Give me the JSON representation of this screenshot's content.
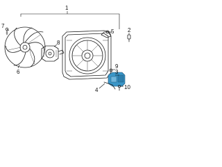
{
  "diagram": {
    "callouts": [
      {
        "id": "1",
        "text": "1"
      },
      {
        "id": "2",
        "text": "2"
      },
      {
        "id": "3",
        "text": "3"
      },
      {
        "id": "4",
        "text": "4"
      },
      {
        "id": "5",
        "text": "5"
      },
      {
        "id": "6",
        "text": "6"
      },
      {
        "id": "7",
        "text": "7"
      },
      {
        "id": "8",
        "text": "8"
      },
      {
        "id": "9",
        "text": "9"
      },
      {
        "id": "10",
        "text": "10"
      }
    ],
    "highlight_color": "#3a96c8",
    "line_color": "#222222"
  }
}
